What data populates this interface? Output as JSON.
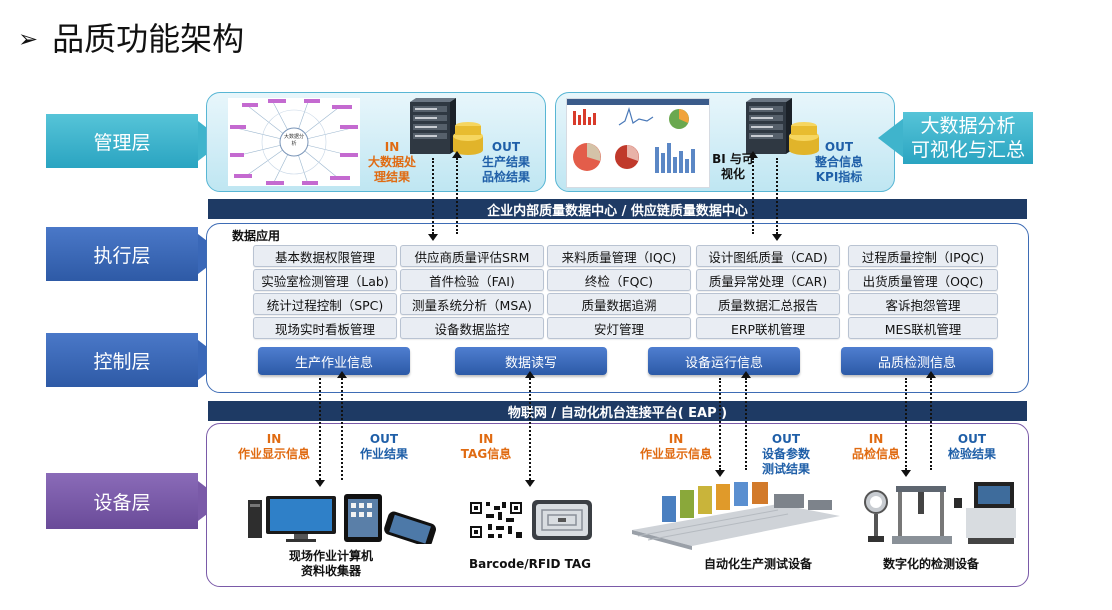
{
  "title": "品质功能架构",
  "title_bullet": "➢",
  "layers": {
    "management": "管理层",
    "execution": "执行层",
    "control": "控制层",
    "device": "设备层"
  },
  "top_left": {
    "in_label": "IN",
    "in_text": "大数据处理结果",
    "out_label": "OUT",
    "out_text_1": "生产结果",
    "out_text_2": "品检结果",
    "mindmap_center": "大数据分析"
  },
  "top_right": {
    "bi_text": "BI 与可视化",
    "out_label": "OUT",
    "out_text_1": "整合信息",
    "out_text_2": "KPI指标"
  },
  "right_box": {
    "line1": "大数据分析",
    "line2": "可视化与汇总"
  },
  "band_top": "企业内部质量数据中心 / 供应链质量数据中心",
  "band_bottom": "物联网 / 自动化机台连接平台( EAP )",
  "data_app_label": "数据应用",
  "grid": [
    [
      "基本数据权限管理",
      "实验室检测管理（Lab)",
      "统计过程控制（SPC)",
      "现场实时看板管理"
    ],
    [
      "供应商质量评估SRM",
      "首件检验（FAI)",
      "测量系统分析（MSA)",
      "设备数据监控"
    ],
    [
      "来料质量管理（IQC)",
      "终检（FQC)",
      "质量数据追溯",
      "安灯管理"
    ],
    [
      "设计图纸质量（CAD)",
      "质量异常处理（CAR)",
      "质量数据汇总报告",
      "ERP联机管理"
    ],
    [
      "过程质量控制（IPQC)",
      "出货质量管理（OQC)",
      "客诉抱怨管理",
      "MES联机管理"
    ]
  ],
  "control_buttons": [
    "生产作业信息",
    "数据读写",
    "设备运行信息",
    "品质检测信息"
  ],
  "device_io": {
    "g1_in": "IN",
    "g1_in_text": "作业显示信息",
    "g1_out": "OUT",
    "g1_out_text": "作业结果",
    "g2_in": "IN",
    "g2_in_text": "TAG信息",
    "g3_in": "IN",
    "g3_in_text": "作业显示信息",
    "g3_out": "OUT",
    "g3_out_text_1": "设备参数",
    "g3_out_text_2": "测试结果",
    "g4_in": "IN",
    "g4_in_text": "品检信息",
    "g4_out": "OUT",
    "g4_out_text": "检验结果"
  },
  "devices": {
    "d1_line1": "现场作业计算机",
    "d1_line2": "资料收集器",
    "d2": "Barcode/RFID TAG",
    "d3": "自动化生产测试设备",
    "d4": "数字化的检测设备"
  }
}
